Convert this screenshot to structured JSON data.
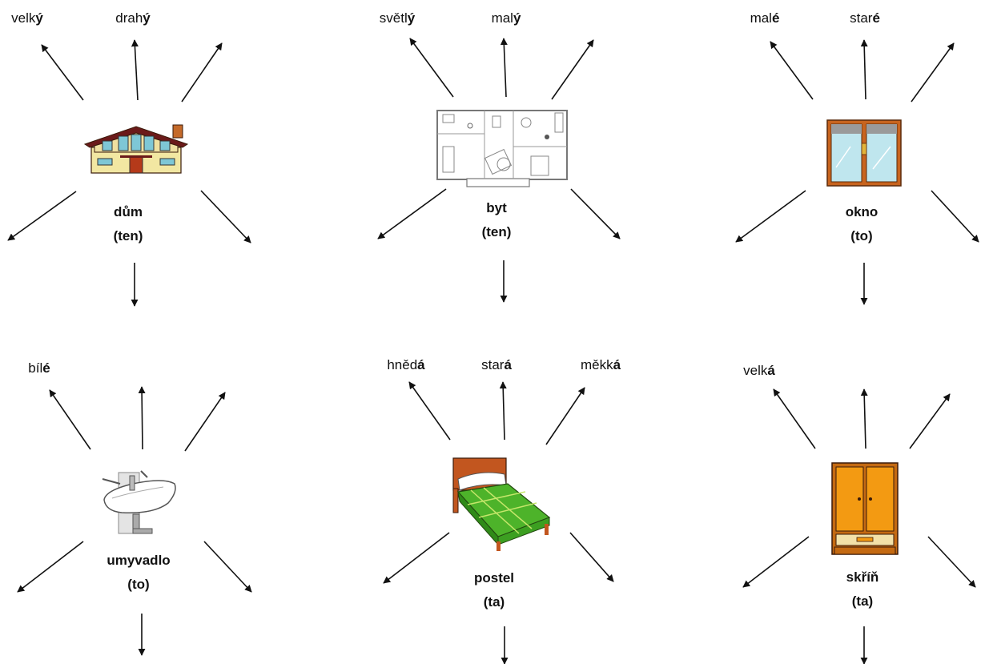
{
  "clusters": [
    {
      "id": "dum",
      "noun": "dům",
      "gender": "(ten)",
      "icon": "house-icon",
      "adjectives": [
        {
          "stem": "velk",
          "ending": "ý"
        },
        {
          "stem": "drah",
          "ending": "ý"
        }
      ]
    },
    {
      "id": "byt",
      "noun": "byt",
      "gender": "(ten)",
      "icon": "floor-plan-icon",
      "adjectives": [
        {
          "stem": "světl",
          "ending": "ý"
        },
        {
          "stem": "mal",
          "ending": "ý"
        }
      ]
    },
    {
      "id": "okno",
      "noun": "okno",
      "gender": "(to)",
      "icon": "window-icon",
      "adjectives": [
        {
          "stem": "mal",
          "ending": "é"
        },
        {
          "stem": "star",
          "ending": "é"
        }
      ]
    },
    {
      "id": "umyvadlo",
      "noun": "umyvadlo",
      "gender": "(to)",
      "icon": "sink-icon",
      "adjectives": [
        {
          "stem": "bíl",
          "ending": "é"
        }
      ]
    },
    {
      "id": "postel",
      "noun": "postel",
      "gender": "(ta)",
      "icon": "bed-icon",
      "adjectives": [
        {
          "stem": "hněd",
          "ending": "á"
        },
        {
          "stem": "star",
          "ending": "á"
        },
        {
          "stem": "měkk",
          "ending": "á"
        }
      ]
    },
    {
      "id": "skrin",
      "noun": "skříň",
      "gender": "(ta)",
      "icon": "wardrobe-icon",
      "adjectives": [
        {
          "stem": "velk",
          "ending": "á"
        }
      ]
    }
  ],
  "colors": {
    "text": "#111111",
    "arrow": "#111111",
    "house_wall": "#f2e7a2",
    "house_roof": "#6b1a1a",
    "window_frame": "#c8641e",
    "glass": "#bfe6ee",
    "bed_cover": "#4db32a",
    "bed_frame": "#c2561f",
    "wardrobe": "#f39a12"
  }
}
